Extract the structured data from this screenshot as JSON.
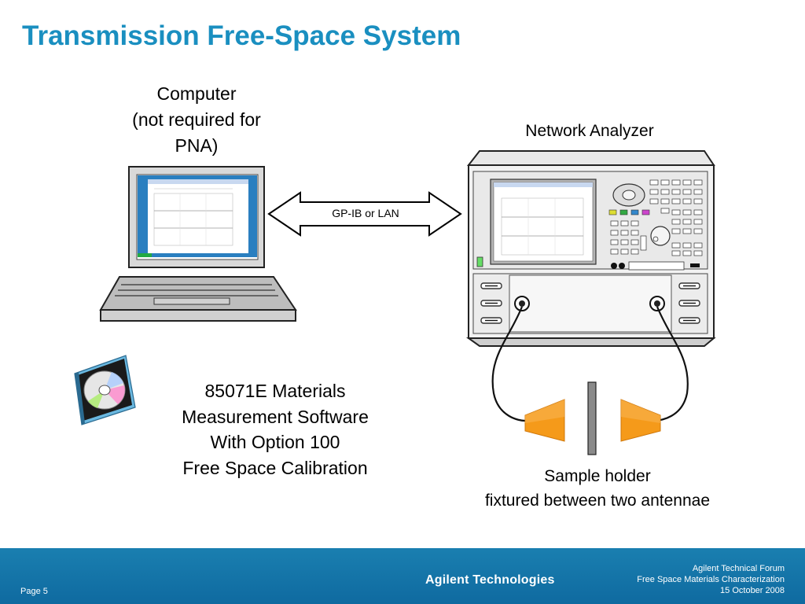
{
  "slide": {
    "title": "Transmission Free-Space System"
  },
  "computer": {
    "label_line1": "Computer",
    "label_line2": "(not required for",
    "label_line3": "PNA)"
  },
  "connection": {
    "label": "GP-IB or LAN"
  },
  "network_analyzer": {
    "label": "Network Analyzer"
  },
  "software": {
    "line1": "85071E Materials",
    "line2": "Measurement Software",
    "line3": "With Option 100",
    "line4": "Free Space Calibration"
  },
  "sample": {
    "line1": "Sample holder",
    "line2": "fixtured between two antennae"
  },
  "footer": {
    "page": "Page 5",
    "brand": "Agilent Technologies",
    "event": "Agilent Technical Forum",
    "subtitle": "Free Space Materials Characterization",
    "date": "15 October 2008"
  },
  "colors": {
    "title": "#1a8fc0",
    "footer_bg": "#1a7fb0",
    "antenna": "#f59a1a",
    "screen_blue": "#2a7fc0"
  }
}
